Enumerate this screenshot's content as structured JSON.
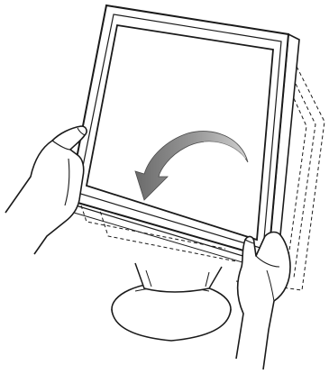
{
  "illustration": {
    "subject": "monitor",
    "colors": {
      "line": "#1a1a1a",
      "background": "#ffffff",
      "arrow_dark": "#6b6b6b",
      "arrow_light": "#c8c8c8",
      "screen": "#ffffff"
    },
    "parts": [
      {
        "part": "monitor-rotated-outline",
        "style": "dashed"
      },
      {
        "part": "monitor-bezel",
        "style": "solid"
      },
      {
        "part": "monitor-screen",
        "style": "solid"
      },
      {
        "part": "rotation-arrow",
        "direction": "counterclockwise"
      },
      {
        "part": "left-hand"
      },
      {
        "part": "right-hand"
      },
      {
        "part": "stand-base"
      },
      {
        "part": "stand-neck"
      }
    ]
  }
}
